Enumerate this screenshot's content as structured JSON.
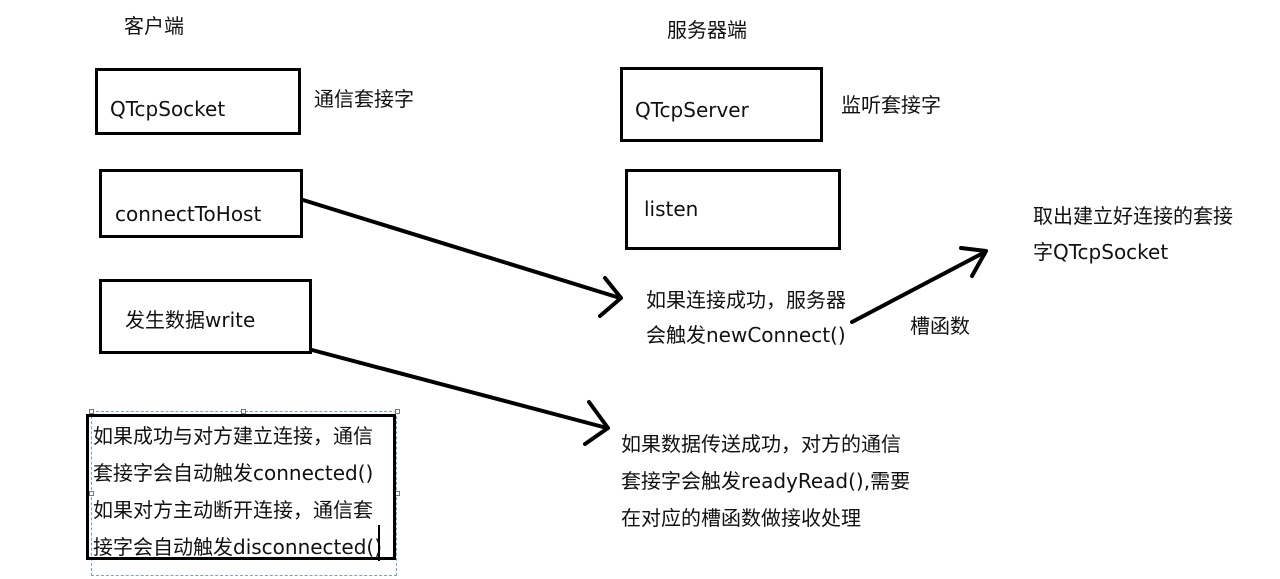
{
  "client": {
    "title": "客户端",
    "socket_box": "QTcpSocket",
    "socket_note": "通信套接字",
    "connect_box": "connectToHost",
    "write_box": "发生数据write",
    "notes": [
      "如果成功与对方建立连接，通信",
      "套接字会自动触发connected()",
      "如果对方主动断开连接，通信套",
      "接字会自动触发disconnected()"
    ]
  },
  "server": {
    "title": "服务器端",
    "server_box": "QTcpServer",
    "server_note": "监听套接字",
    "listen_box": "listen",
    "new_connect_lines": [
      "如果连接成功，服务器",
      "会触发newConnect()"
    ],
    "slot_label": "槽函数",
    "take_out_lines": [
      "取出建立好连接的套接",
      "字QTcpSocket"
    ],
    "ready_read_lines": [
      "如果数据传送成功，对方的通信",
      "套接字会触发readyRead(),需要",
      "在对应的槽函数做接收处理"
    ]
  }
}
